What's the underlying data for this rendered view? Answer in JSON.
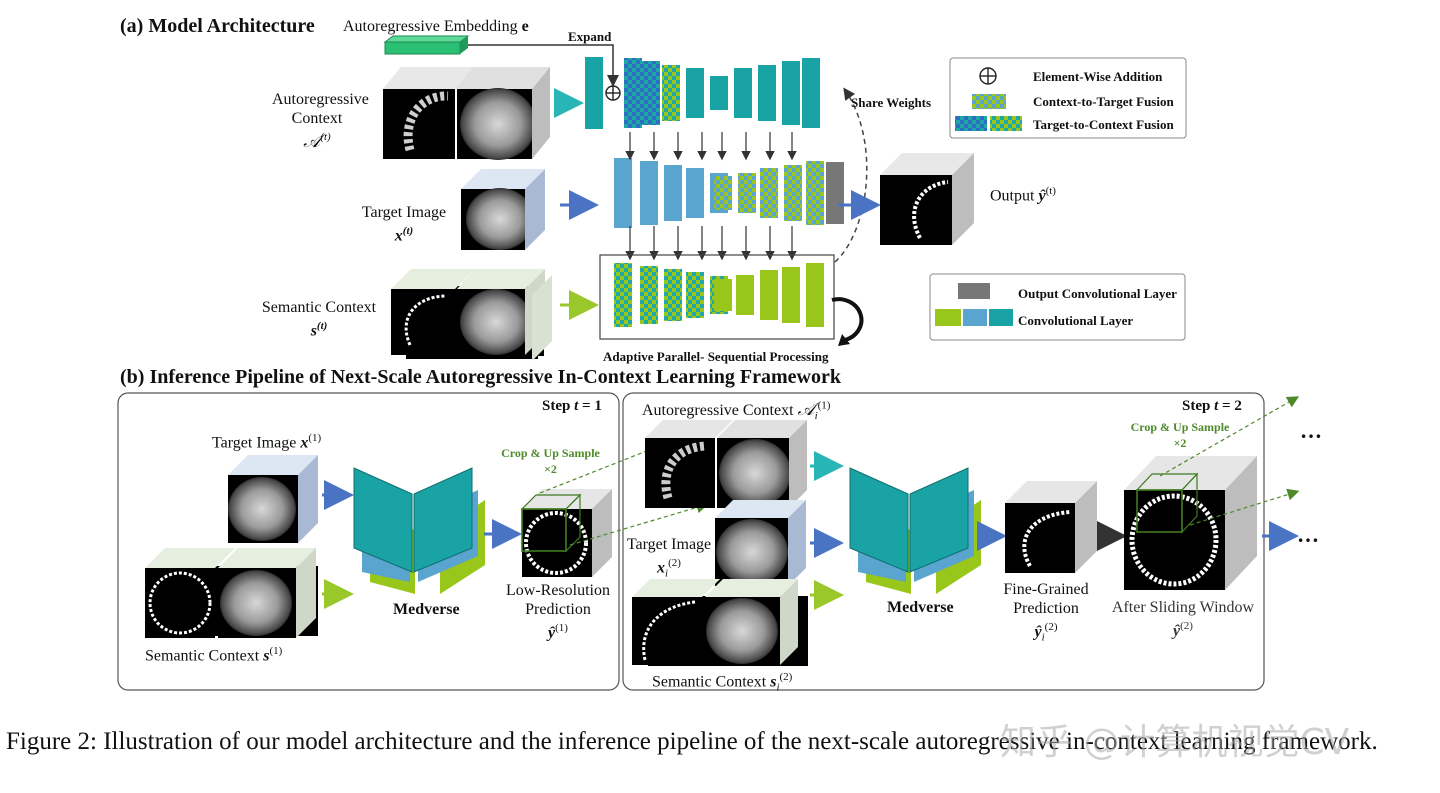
{
  "section_a": {
    "title": "(a) Model Architecture"
  },
  "section_b": {
    "title": "(b) Inference Pipeline of Next-Scale Autoregressive In-Context Learning Framework"
  },
  "arch": {
    "embedding": "Autoregressive Embedding",
    "embedding_sym": "e",
    "expand": "Expand",
    "share_weights": "Share Weights",
    "adaptive": "Adaptive Parallel- Sequential Processing",
    "ar_context": [
      "Autoregressive",
      "Context"
    ],
    "ar_context_sym": "𝒜",
    "t_sup": "(t)",
    "target_image": "Target Image",
    "target_sym": "x",
    "semantic_context": "Semantic Context",
    "semantic_sym": "s",
    "output": "Output",
    "output_sym": "ŷ"
  },
  "legend_top": {
    "items": [
      {
        "icon": "plus-circle",
        "label": "Element-Wise Addition"
      },
      {
        "icon": "ctt-fusion",
        "label": "Context-to-Target Fusion"
      },
      {
        "icon": "ttc-fusion",
        "label": "Target-to-Context Fusion"
      }
    ]
  },
  "legend_bottom": {
    "items": [
      {
        "icon": "output-conv",
        "label": "Output Convolutional Layer"
      },
      {
        "icon": "conv",
        "label": "Convolutional Layer"
      }
    ]
  },
  "step1": {
    "step": "Step",
    "step_eq": "= 1",
    "target_image": "Target Image",
    "target_sup": "(1)",
    "semantic_context": "Semantic Context",
    "semantic_sup": "(1)",
    "model": "Medverse",
    "crop": "Crop & Up Sample",
    "times2": "×2",
    "prediction": [
      "Low-Resolution",
      "Prediction"
    ],
    "pred_sup": "(1)"
  },
  "step2": {
    "step": "Step",
    "step_eq": "= 2",
    "ar_context": "Autoregressive Context",
    "ar_sup": "(1)",
    "target_image": "Target Image",
    "target_sup": "(2)",
    "semantic_context": "Semantic Context",
    "semantic_sup": "(2)",
    "model": "Medverse",
    "prediction": [
      "Fine-Grained",
      "Prediction"
    ],
    "pred_sup": "(2)",
    "crop": "Crop & Up Sample",
    "times2": "×2",
    "after": "After Sliding Window",
    "after_sup": "(2)",
    "dots": "…"
  },
  "caption": "Figure 2: Illustration of our model architecture and the inference pipeline of the next-scale autoregressive in-context learning framework.",
  "watermark": "知乎 @计算机视觉CV",
  "colors": {
    "teal": "#1aa3a5",
    "blue": "#5aa5cf",
    "green": "#99c61b",
    "arrow_blue": "#4a73c4",
    "arrow_green": "#9ac82a",
    "arrow_teal": "#28b5b5",
    "embed": "#2bbf74"
  }
}
